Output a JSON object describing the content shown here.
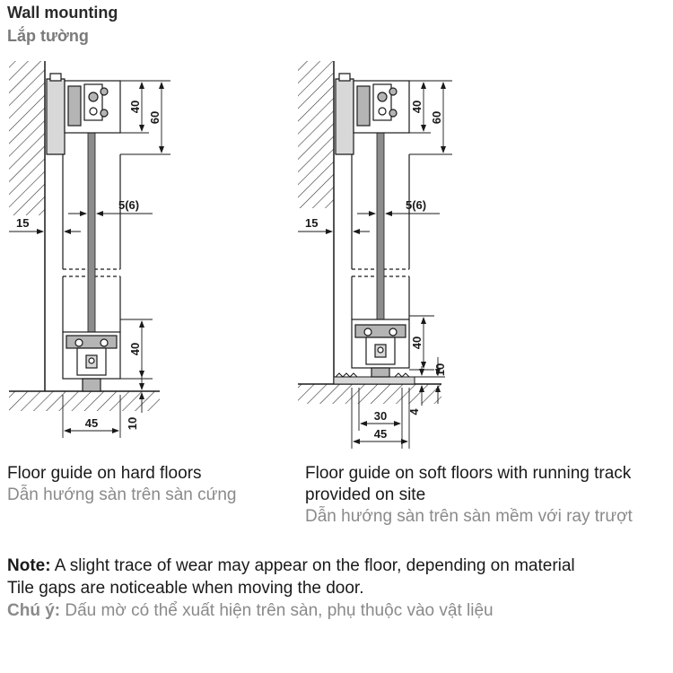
{
  "header": {
    "title_en": "Wall mounting",
    "title_vi": "Lắp tường"
  },
  "left_drawing": {
    "dim_40_top": "40",
    "dim_60": "60",
    "dim_thickness": "5(6)",
    "dim_15": "15",
    "dim_40_bottom": "40",
    "dim_10": "10",
    "dim_45": "45"
  },
  "right_drawing": {
    "dim_40_top": "40",
    "dim_60": "60",
    "dim_thickness": "5(6)",
    "dim_15": "15",
    "dim_40_bottom": "40",
    "dim_10": "10",
    "dim_4": "4",
    "dim_30": "30",
    "dim_45": "45"
  },
  "captions": {
    "left_en": "Floor guide on hard floors",
    "left_vi": "Dẫn hướng sàn trên sàn cứng",
    "right_en_line1": "Floor guide on soft floors with running track",
    "right_en_line2": "provided on site",
    "right_vi": "Dẫn hướng sàn trên sàn mềm với ray trượt"
  },
  "note": {
    "label_en": "Note:",
    "line1": "A slight trace of wear may appear on the floor, depending on material",
    "line2": "Tile gaps are noticeable when moving the door.",
    "label_vi": "Chú ý:",
    "line3": "Dấu mờ có thể xuất hiện trên sàn, phụ thuộc vào vật liệu"
  },
  "colors": {
    "line": "#1a1a1a",
    "hatch": "#333333",
    "glass": "#8c8c8c",
    "fitting": "#b4b4b4",
    "caption_vi": "#8a8a8a"
  }
}
